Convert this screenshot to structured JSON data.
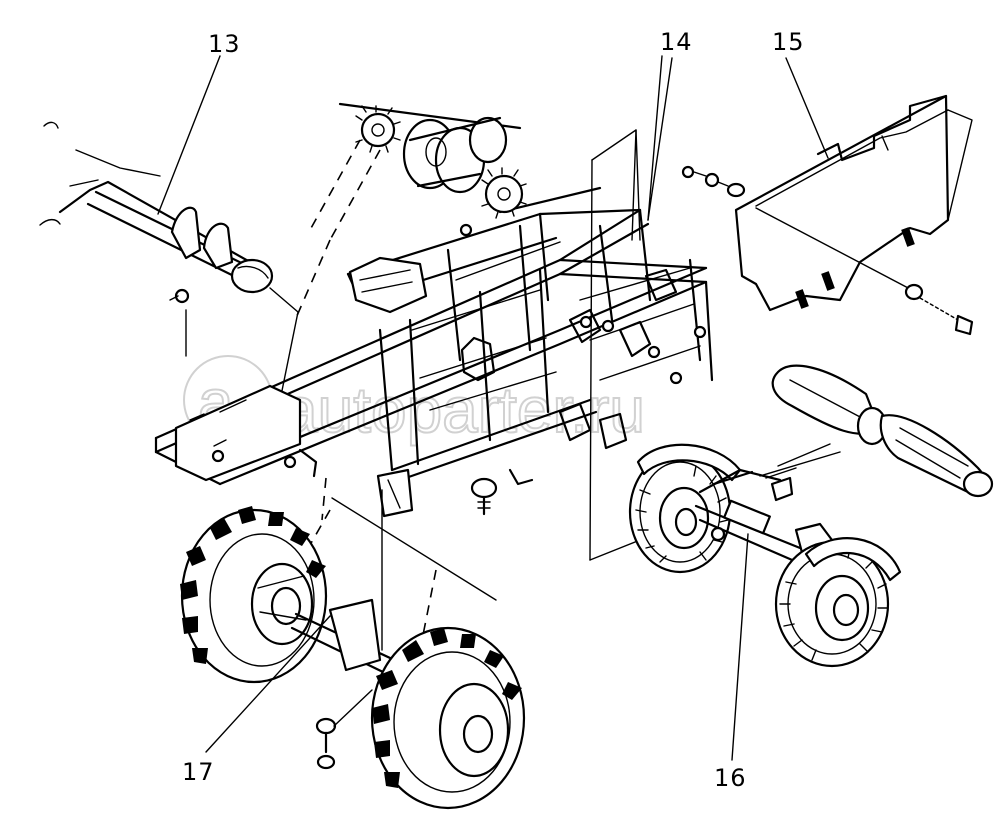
{
  "callouts": {
    "c13": "13",
    "c14": "14",
    "c15": "15",
    "c16": "16",
    "c17": "17"
  },
  "watermark": {
    "text": "autoparter.ru"
  },
  "colors": {
    "ink": "#000000",
    "paper": "#ffffff",
    "watermark": "#c9c9c9"
  }
}
